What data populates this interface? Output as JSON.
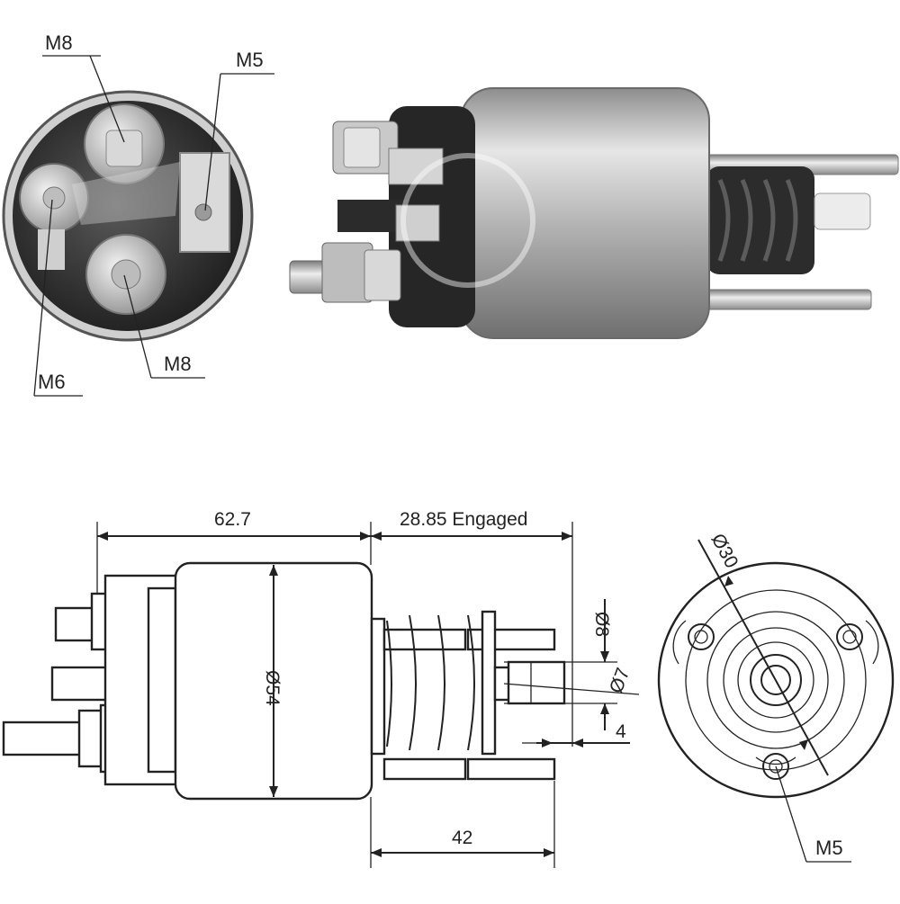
{
  "photo_labels": {
    "top_left": "M8",
    "top_right": "M5",
    "bottom_left": "M6",
    "bottom_right": "M8"
  },
  "dimensions": {
    "body_length": "62.7",
    "plunger_travel": "28.85 Engaged",
    "body_diameter": "Ø54",
    "stud_length": "42",
    "plunger_outer": "Ø8",
    "plunger_inner": "Ø7",
    "plunger_offset": "4",
    "bolt_circle": "Ø30",
    "mount_thread": "M5"
  },
  "colors": {
    "line": "#222222",
    "metal_light": "#d9d9d9",
    "metal_mid": "#a8a8a8",
    "metal_dark": "#2a2a2a"
  }
}
